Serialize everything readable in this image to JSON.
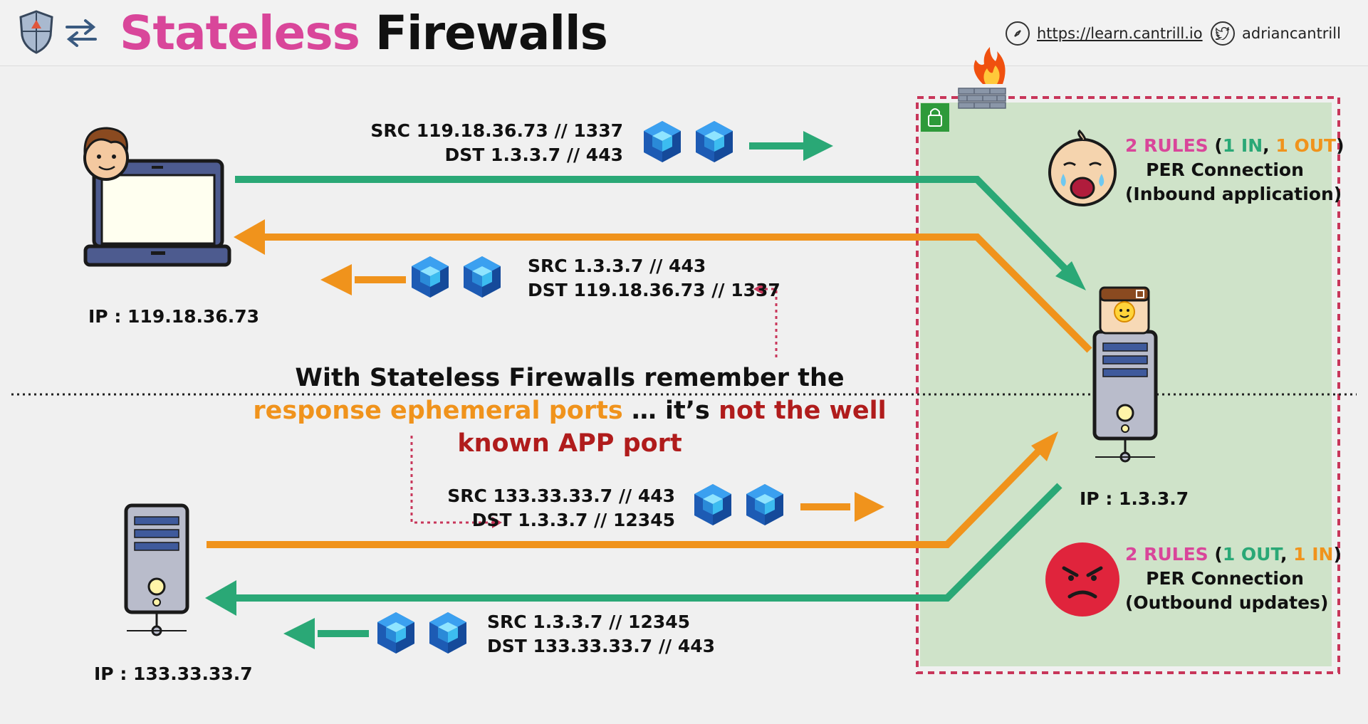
{
  "header": {
    "title_part1": "Stateless",
    "title_part2": "Firewalls",
    "url": "https://learn.cantrill.io",
    "handle": "adriancantrill"
  },
  "hosts": {
    "client_ip": "IP : 119.18.36.73",
    "server_ip": "IP : 1.3.3.7",
    "update_server_ip": "IP : 133.33.33.7"
  },
  "packets": {
    "inbound_request": {
      "src": "SRC 119.18.36.73 // 1337",
      "dst": "DST 1.3.3.7 // 443"
    },
    "inbound_response": {
      "src": "SRC 1.3.3.7 // 443",
      "dst": "DST 119.18.36.73 // 1337"
    },
    "outbound_response": {
      "src": "SRC 133.33.33.7 // 443",
      "dst": "DST 1.3.3.7 // 12345"
    },
    "outbound_request": {
      "src": "SRC 1.3.3.7 // 12345",
      "dst": "DST 133.33.33.7 // 443"
    }
  },
  "rules_inbound": {
    "count": "2 RULES",
    "open": " (",
    "in": "1 IN",
    "sep": ", ",
    "out": "1 OUT",
    "close": ")",
    "line2": "PER Connection",
    "line3": "(Inbound application)"
  },
  "rules_outbound": {
    "count": "2 RULES",
    "open": " (",
    "out": "1 OUT",
    "sep": ", ",
    "in": "1 IN",
    "close": ")",
    "line2": "PER Connection",
    "line3": "(Outbound updates)"
  },
  "note": {
    "part1": "With Stateless Firewalls remember the ",
    "part2": "response ephemeral ports",
    "part3": " … it’s ",
    "part4": "not the well known APP port"
  },
  "colors": {
    "green": "#2aa876",
    "orange": "#f0931c",
    "pink": "#d9469a",
    "darkred": "#b01c1c",
    "vpc_fill": "#cfe3c9",
    "boundary": "#c8365a"
  },
  "icons": [
    "shield-icon",
    "swap-arrows-icon",
    "compass-icon",
    "twitter-icon",
    "laptop-icon",
    "user-avatar-icon",
    "server-icon",
    "packet-cube-icon",
    "firewall-icon",
    "lock-icon",
    "crying-face-icon",
    "angry-face-icon",
    "instagram-app-icon"
  ]
}
